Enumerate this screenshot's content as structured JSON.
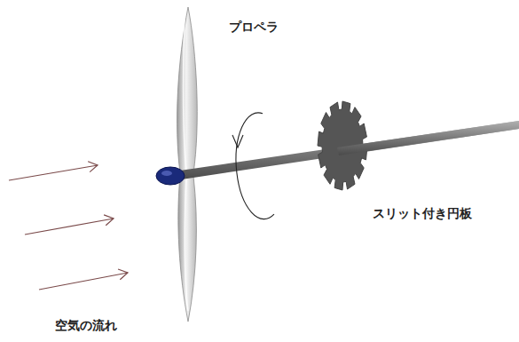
{
  "diagram": {
    "labels": [
      "プロペラ",
      "スリット付き円板",
      "空気の流れ"
    ]
  }
}
